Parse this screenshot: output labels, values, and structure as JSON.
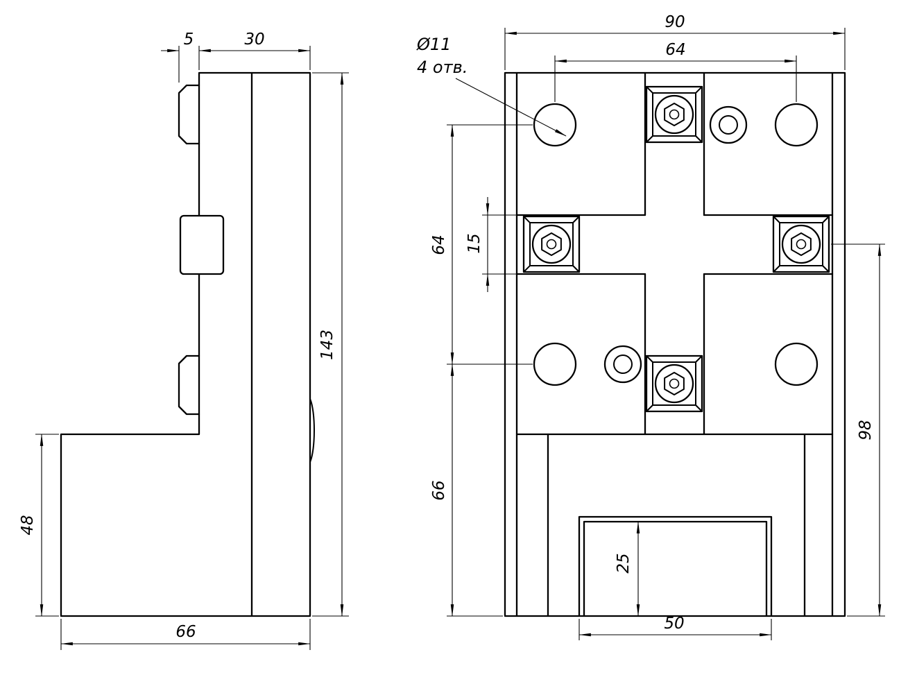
{
  "side_view": {
    "dims": {
      "d5": "5",
      "d30": "30",
      "d143": "143",
      "d48": "48",
      "d66": "66"
    }
  },
  "front_view": {
    "dims": {
      "d90": "90",
      "d64h": "64",
      "d64v": "64",
      "d15": "15",
      "d66": "66",
      "d98": "98",
      "d25": "25",
      "d50": "50"
    },
    "callout": {
      "diameter": "Ø11",
      "holes": "4 отв."
    }
  },
  "colors": {
    "line": "#000000",
    "background": "#ffffff"
  }
}
